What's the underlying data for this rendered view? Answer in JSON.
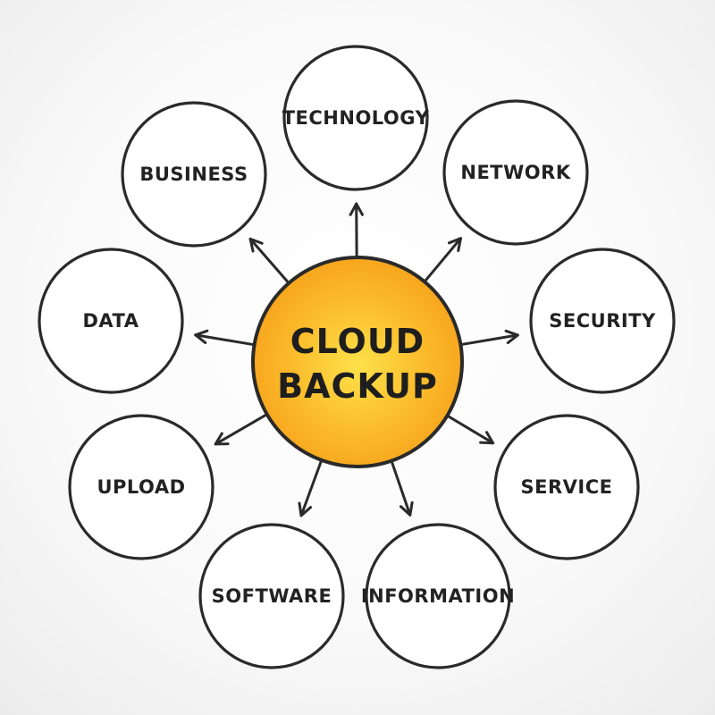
{
  "center": {
    "line1": "CLOUD",
    "line2": "BACKUP",
    "fill_color": "#f7a21b",
    "highlight_color": "#fde14a"
  },
  "nodes": [
    {
      "id": "technology",
      "label": "TECHNOLOGY"
    },
    {
      "id": "network",
      "label": "NETWORK"
    },
    {
      "id": "security",
      "label": "SECURITY"
    },
    {
      "id": "service",
      "label": "SERVICE"
    },
    {
      "id": "information",
      "label": "INFORMATION"
    },
    {
      "id": "software",
      "label": "SOFTWARE"
    },
    {
      "id": "upload",
      "label": "UPLOAD"
    },
    {
      "id": "data",
      "label": "DATA"
    },
    {
      "id": "business",
      "label": "BUSINESS"
    }
  ]
}
